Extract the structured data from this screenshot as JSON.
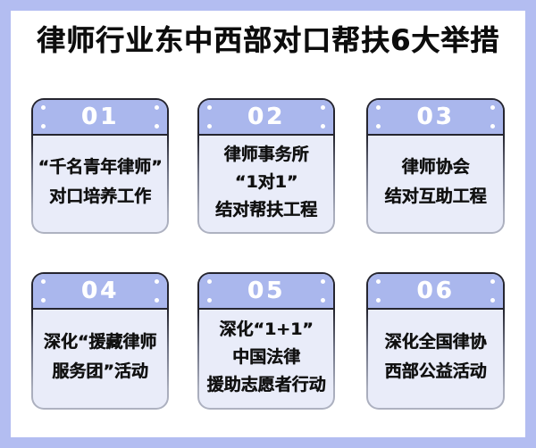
{
  "title": "律师行业东中西部对口帮扶6大举措",
  "colors": {
    "frame_border": "#b3bdf1",
    "canvas_background": "#ffffff",
    "card_header_fill": "#aab7ed",
    "card_body_fill": "#e9ecf9",
    "card_border_dark": "#25252f",
    "card_border_light": "#a9adbc",
    "number_text": "#ffffff",
    "title_text": "#0d0d0d"
  },
  "cards": [
    {
      "number": "01",
      "lines": [
        "“千名青年律师”",
        "对口培养工作"
      ]
    },
    {
      "number": "02",
      "lines": [
        "律师事务所",
        "“1对1”",
        "结对帮扶工程"
      ]
    },
    {
      "number": "03",
      "lines": [
        "律师协会",
        "结对互助工程"
      ]
    },
    {
      "number": "04",
      "lines": [
        "深化“援藏律师",
        "服务团”活动"
      ]
    },
    {
      "number": "05",
      "lines": [
        "深化“1+1”",
        "中国法律",
        "援助志愿者行动"
      ]
    },
    {
      "number": "06",
      "lines": [
        "深化全国律协",
        "西部公益活动"
      ]
    }
  ]
}
